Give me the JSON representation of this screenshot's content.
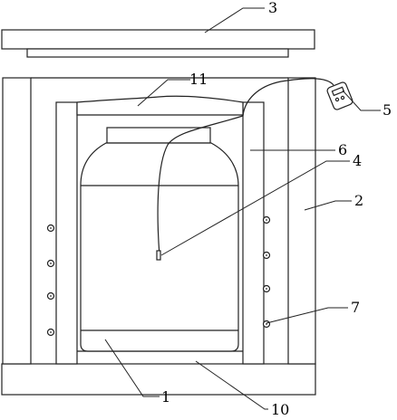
{
  "diagram": {
    "callouts": [
      {
        "id": "1",
        "text": "1"
      },
      {
        "id": "2",
        "text": "2"
      },
      {
        "id": "3",
        "text": "3"
      },
      {
        "id": "4",
        "text": "4"
      },
      {
        "id": "5",
        "text": "5"
      },
      {
        "id": "6",
        "text": "6"
      },
      {
        "id": "7",
        "text": "7"
      },
      {
        "id": "10",
        "text": "10"
      },
      {
        "id": "11",
        "text": "11"
      }
    ]
  }
}
